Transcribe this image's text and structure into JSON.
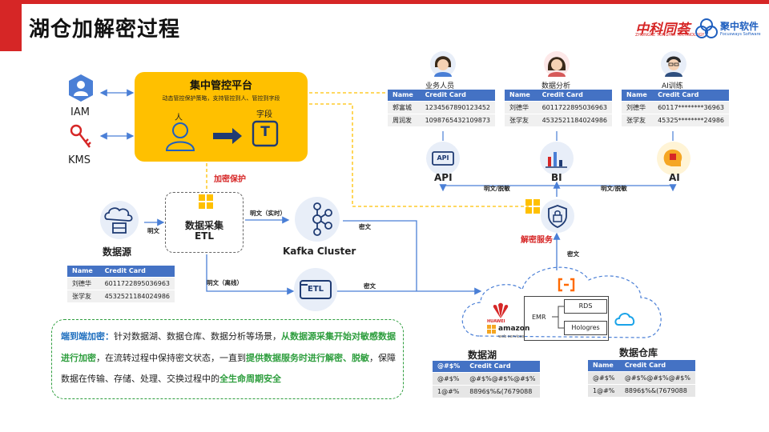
{
  "title": "湖仓加解密过程",
  "logos": {
    "brand1": "中科同荟",
    "brand1_sub": "ZHONGKE TONGHUI TECHNOLOGY",
    "brand2": "聚中软件",
    "brand2_sub": "Focusways Software"
  },
  "left_services": {
    "iam": "IAM",
    "kms": "KMS"
  },
  "platform": {
    "title": "集中管控平台",
    "description": "动态管控保护策略，支持管控到人、管控到字段",
    "person_label": "人",
    "field_label": "字段"
  },
  "labels": {
    "encrypt_protect": "加密保护",
    "decrypt_service": "解密服务",
    "etl_collect": "数据采集",
    "etl": "ETL",
    "kafka": "Kafka Cluster",
    "data_source": "数据源",
    "data_lake": "数据湖",
    "data_warehouse": "数据仓库",
    "api": "API",
    "bi": "BI",
    "ai": "AI",
    "etl_icon": "ETL",
    "api_icon": "API",
    "emr": "EMR",
    "rds": "RDS",
    "hologres": "Hologres",
    "huawei": "HUAWEI",
    "amazon": "amazon",
    "amazon_sub": "web services",
    "t_icon": "T"
  },
  "edge_labels": {
    "plain_realtime": "明文（实时）",
    "plain_offline": "明文（离线）",
    "plain_src": "明文",
    "cipher_kafka": "密文",
    "cipher_etl": "密文",
    "cipher_down": "密文",
    "plain_desens_left": "明文/脱敏",
    "plain_desens_right": "明文/脱敏"
  },
  "users": [
    {
      "role": "业务人员",
      "header": [
        "Name",
        "Credit Card"
      ],
      "rows": [
        [
          "郭富城",
          "1234567890123452"
        ],
        [
          "周润发",
          "1098765432109873"
        ]
      ]
    },
    {
      "role": "数据分析",
      "header": [
        "Name",
        "Credit Card"
      ],
      "rows": [
        [
          "刘德华",
          "6011722895036963"
        ],
        [
          "张学友",
          "4532521184024986"
        ]
      ]
    },
    {
      "role": "AI训练",
      "header": [
        "Name",
        "Credit Card"
      ],
      "rows": [
        [
          "刘德华",
          "60117********36963"
        ],
        [
          "张学友",
          "45325********24986"
        ]
      ]
    }
  ],
  "source_table": {
    "header": [
      "Name",
      "Credit Card"
    ],
    "rows": [
      [
        "刘德华",
        "6011722895036963"
      ],
      [
        "张学友",
        "4532521184024986"
      ]
    ]
  },
  "lake_table": {
    "header": [
      "@#$%",
      "Credit Card"
    ],
    "rows": [
      [
        "@#$%",
        "@#$%@#$%@#$%"
      ],
      [
        "1@#%",
        "8896$%&(7679088"
      ]
    ]
  },
  "warehouse_table": {
    "header": [
      "Name",
      "Credit Card"
    ],
    "rows": [
      [
        "@#$%",
        "@#$%@#$%@#$%"
      ],
      [
        "1@#%",
        "8896$%&(7679088"
      ]
    ]
  },
  "summary": {
    "lead": "端到端加密：",
    "p1": "针对数据湖、数据仓库、数据分析等场景，",
    "p2": "从数据源采集开始对敏感数据进行加密",
    "p3": "，在流转过程中保持密文状态，一直到",
    "p4": "提供数据服务时进行解密、脱敏",
    "p5": "，保障数据在传输、存储、处理、交换过程中的",
    "p6": "全生命周期安全"
  },
  "colors": {
    "accent_red": "#d62626",
    "platform": "#ffc000",
    "table_header": "#4472c4",
    "icon_blue": "#4a7fd6",
    "green": "#2e9e3e"
  }
}
